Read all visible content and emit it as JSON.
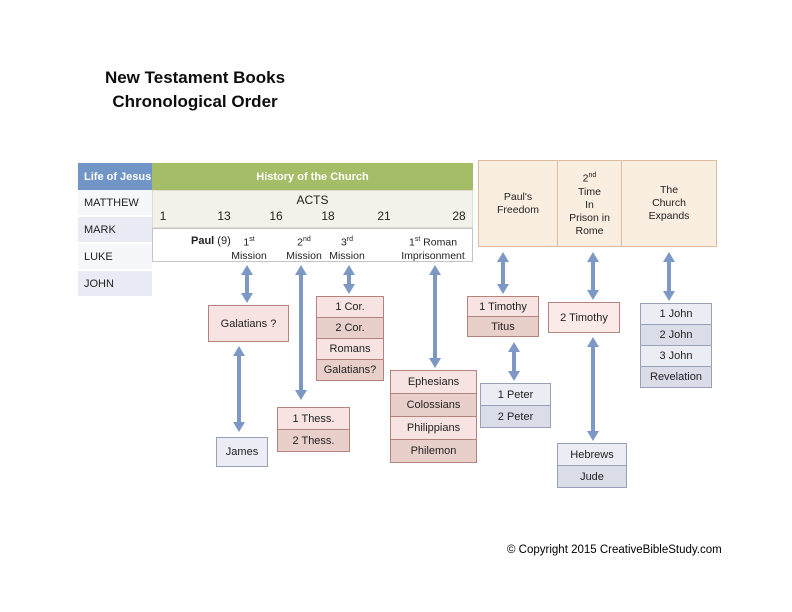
{
  "title": {
    "line1": "New Testament Books",
    "line2": "Chronological Order"
  },
  "jesus_column": {
    "header": "Life of Jesus",
    "gospels": [
      "MATTHEW",
      "MARK",
      "LUKE",
      "JOHN"
    ]
  },
  "church_band": {
    "header": "History of the Church",
    "acts_label": "ACTS",
    "chapters": [
      "1",
      "13",
      "16",
      "18",
      "21",
      "28"
    ],
    "paul": {
      "name": "Paul",
      "count": "(9)"
    },
    "missions": [
      {
        "base": "1",
        "sup": "st",
        "rest": "",
        "word": "Mission"
      },
      {
        "base": "2",
        "sup": "nd",
        "rest": "",
        "word": "Mission"
      },
      {
        "base": "3",
        "sup": "rd",
        "rest": "",
        "word": "Mission"
      },
      {
        "base": "1",
        "sup": "st",
        "rest": " Roman",
        "word": "Imprisonment"
      }
    ]
  },
  "eras": [
    {
      "lines": [
        "Paul's",
        "Freedom"
      ]
    },
    {
      "base": "2",
      "sup": "nd",
      "lines": [
        "Time",
        "In",
        "Prison in",
        "Rome"
      ]
    },
    {
      "lines": [
        "The",
        "Church",
        "Expands"
      ]
    }
  ],
  "books": {
    "galatians_question": "Galatians ?",
    "james": "James",
    "thessalonians": [
      "1 Thess.",
      "2 Thess."
    ],
    "corinthians": [
      "1 Cor.",
      "2 Cor.",
      "Romans",
      "Galatians?"
    ],
    "prison_epistles": [
      "Ephesians",
      "Colossians",
      "Philippians",
      "Philemon"
    ],
    "pastoral": [
      "1 Timothy",
      "Titus"
    ],
    "second_timothy": "2 Timothy",
    "peter": [
      "1 Peter",
      "2 Peter"
    ],
    "hebrews_jude": [
      "Hebrews",
      "Jude"
    ],
    "johannine": [
      "1 John",
      "2 John",
      "3 John",
      "Revelation"
    ]
  },
  "footer": {
    "copyright": "© Copyright 2015 CreativeBibleStudy.com"
  },
  "colors": {
    "header_blue": "#7195c7",
    "header_green": "#a4bd66",
    "acts_band": "#f2f2ea",
    "era_fill": "#faeee1",
    "era_border": "#ddbda1",
    "pink_light": "#f7e3e1",
    "pink_dark": "#e9cfca",
    "pink_border": "#b3837d",
    "gray_light": "#ebecf4",
    "gray_dark": "#dadce8",
    "gray_border": "#98a1ba",
    "arrow_blue": "#7d98c5"
  }
}
